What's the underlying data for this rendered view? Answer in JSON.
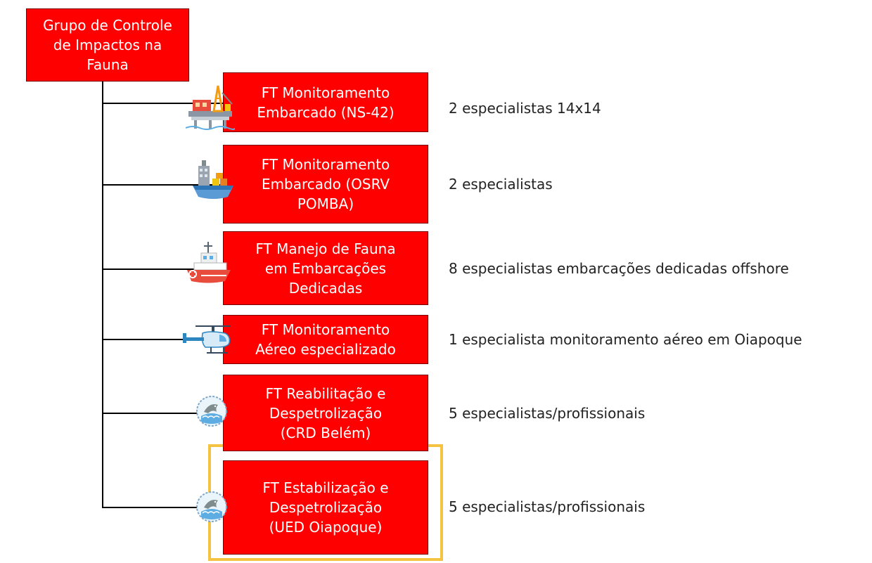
{
  "root": {
    "label": "Grupo de Controle\nde Impactos na\nFauna"
  },
  "task_forces": [
    {
      "label": "FT Monitoramento\nEmbarcado (NS-42)",
      "description": "2 especialistas 14x14",
      "icon": "oil-platform-icon"
    },
    {
      "label": "FT Monitoramento\nEmbarcado (OSRV\nPOMBA)",
      "description": "2 especialistas",
      "icon": "cargo-ship-icon"
    },
    {
      "label": "FT Manejo de Fauna\nem Embarcações\nDedicadas",
      "description": "8 especialistas embarcações dedicadas offshore",
      "icon": "rescue-boat-icon"
    },
    {
      "label": "FT Monitoramento\nAéreo especializado",
      "description": "1 especialista monitoramento aéreo em Oiapoque",
      "icon": "helicopter-icon"
    },
    {
      "label": "FT Reabilitação e\nDespetrolização\n(CRD Belém)",
      "description": "5 especialistas/profissionais",
      "icon": "dolphin-badge-icon"
    },
    {
      "label": "FT Estabilização e\nDespetrolização\n(UED Oiapoque)",
      "description": "5 especialistas/profissionais",
      "icon": "dolphin-badge-icon",
      "highlighted": true
    }
  ],
  "colors": {
    "box_fill": "#ff0000",
    "box_text": "#ffffff",
    "highlight_border": "#f5c342",
    "connector": "#000000"
  }
}
